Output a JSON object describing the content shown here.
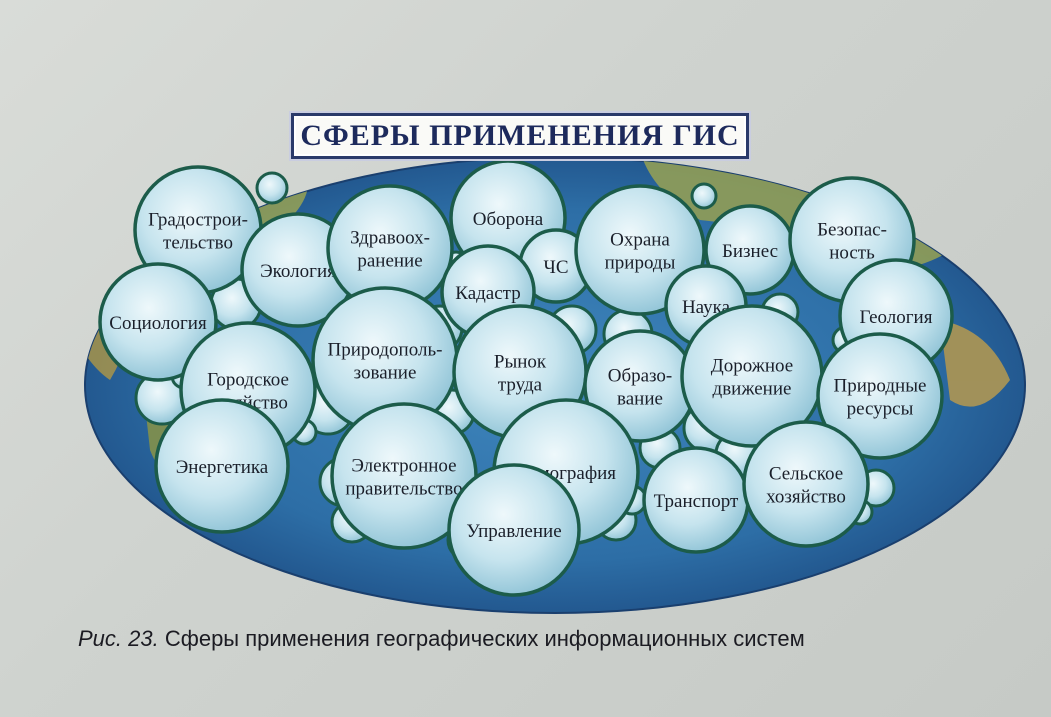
{
  "title": "СФЕРЫ ПРИМЕНЕНИЯ ГИС",
  "caption": {
    "label": "Рис. 23.",
    "text": "Сферы применения географических информационных систем"
  },
  "colors": {
    "ocean": "#2f6fa6",
    "land": "#8a9a5b",
    "bubble": "#c9e6f0",
    "bubble_edge": "#1c5c4a",
    "banner_border": "#2a3a6a"
  },
  "spheres": [
    {
      "id": "gradostroitelstvo",
      "lines": [
        "Градострои-",
        "тельство"
      ]
    },
    {
      "id": "ekologiya",
      "lines": [
        "Экология"
      ]
    },
    {
      "id": "zdravookhranenie",
      "lines": [
        "Здравоох-",
        "ранение"
      ]
    },
    {
      "id": "oborona",
      "lines": [
        "Оборона"
      ]
    },
    {
      "id": "chs",
      "lines": [
        "ЧС"
      ]
    },
    {
      "id": "okhrana-prirody",
      "lines": [
        "Охрана",
        "природы"
      ]
    },
    {
      "id": "biznes",
      "lines": [
        "Бизнес"
      ]
    },
    {
      "id": "bezopasnost",
      "lines": [
        "Безопас-",
        "ность"
      ]
    },
    {
      "id": "sotsiologiya",
      "lines": [
        "Социология"
      ]
    },
    {
      "id": "kadastr",
      "lines": [
        "Кадастр"
      ]
    },
    {
      "id": "nauka",
      "lines": [
        "Наука"
      ]
    },
    {
      "id": "geologiya",
      "lines": [
        "Геология"
      ]
    },
    {
      "id": "prirodopolzovanie",
      "lines": [
        "Природополь-",
        "зование"
      ]
    },
    {
      "id": "rynok-truda",
      "lines": [
        "Рынок",
        "труда"
      ]
    },
    {
      "id": "obrazovanie",
      "lines": [
        "Образо-",
        "вание"
      ]
    },
    {
      "id": "dorozhnoe-dvizhenie",
      "lines": [
        "Дорожное",
        "движение"
      ]
    },
    {
      "id": "gorodskoe-khozyaystvo",
      "lines": [
        "Городское",
        "хозяйство"
      ]
    },
    {
      "id": "prirodnye-resursy",
      "lines": [
        "Природные",
        "ресурсы"
      ]
    },
    {
      "id": "energetika",
      "lines": [
        "Энергетика"
      ]
    },
    {
      "id": "elektronnoe-pravitelstvo",
      "lines": [
        "Электронное",
        "правительство"
      ]
    },
    {
      "id": "demografiya",
      "lines": [
        "Демография"
      ]
    },
    {
      "id": "transport",
      "lines": [
        "Транспорт"
      ]
    },
    {
      "id": "selskoe-khozyaystvo",
      "lines": [
        "Сельское",
        "хозяйство"
      ]
    },
    {
      "id": "upravlenie",
      "lines": [
        "Управление"
      ]
    }
  ]
}
